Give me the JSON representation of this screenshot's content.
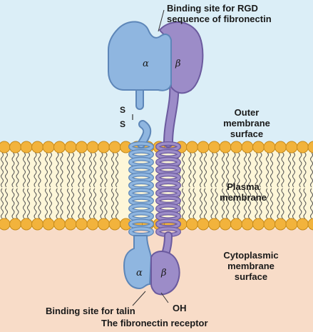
{
  "colors": {
    "extracellular": "#dbeef7",
    "cytoplasm": "#f8dcc8",
    "alpha_fill": "#8fb6e0",
    "alpha_stroke": "#5d86b8",
    "beta_fill": "#9c8cc8",
    "beta_stroke": "#6b5a9e",
    "lipid_head": "#f2b33c",
    "lipid_head_stroke": "#c58a1c",
    "lipid_tail": "#555555",
    "membrane_core": "#fdf6d8"
  },
  "labels": {
    "rgd_site": "Binding site for RGD\nsequence of fibronectin",
    "outer_surface": "Outer\nmembrane\nsurface",
    "plasma_membrane": "Plasma\nmembrane",
    "cyto_surface": "Cytoplasmic\nmembrane\nsurface",
    "talin_site": "Binding site for talin",
    "oh_group": "OH",
    "disulfide_s1": "S",
    "disulfide_s2": "S",
    "caption": "The fibronectin receptor"
  },
  "subunits": {
    "alpha_top": "α",
    "beta_top": "β",
    "alpha_bottom": "α",
    "beta_bottom": "β"
  }
}
